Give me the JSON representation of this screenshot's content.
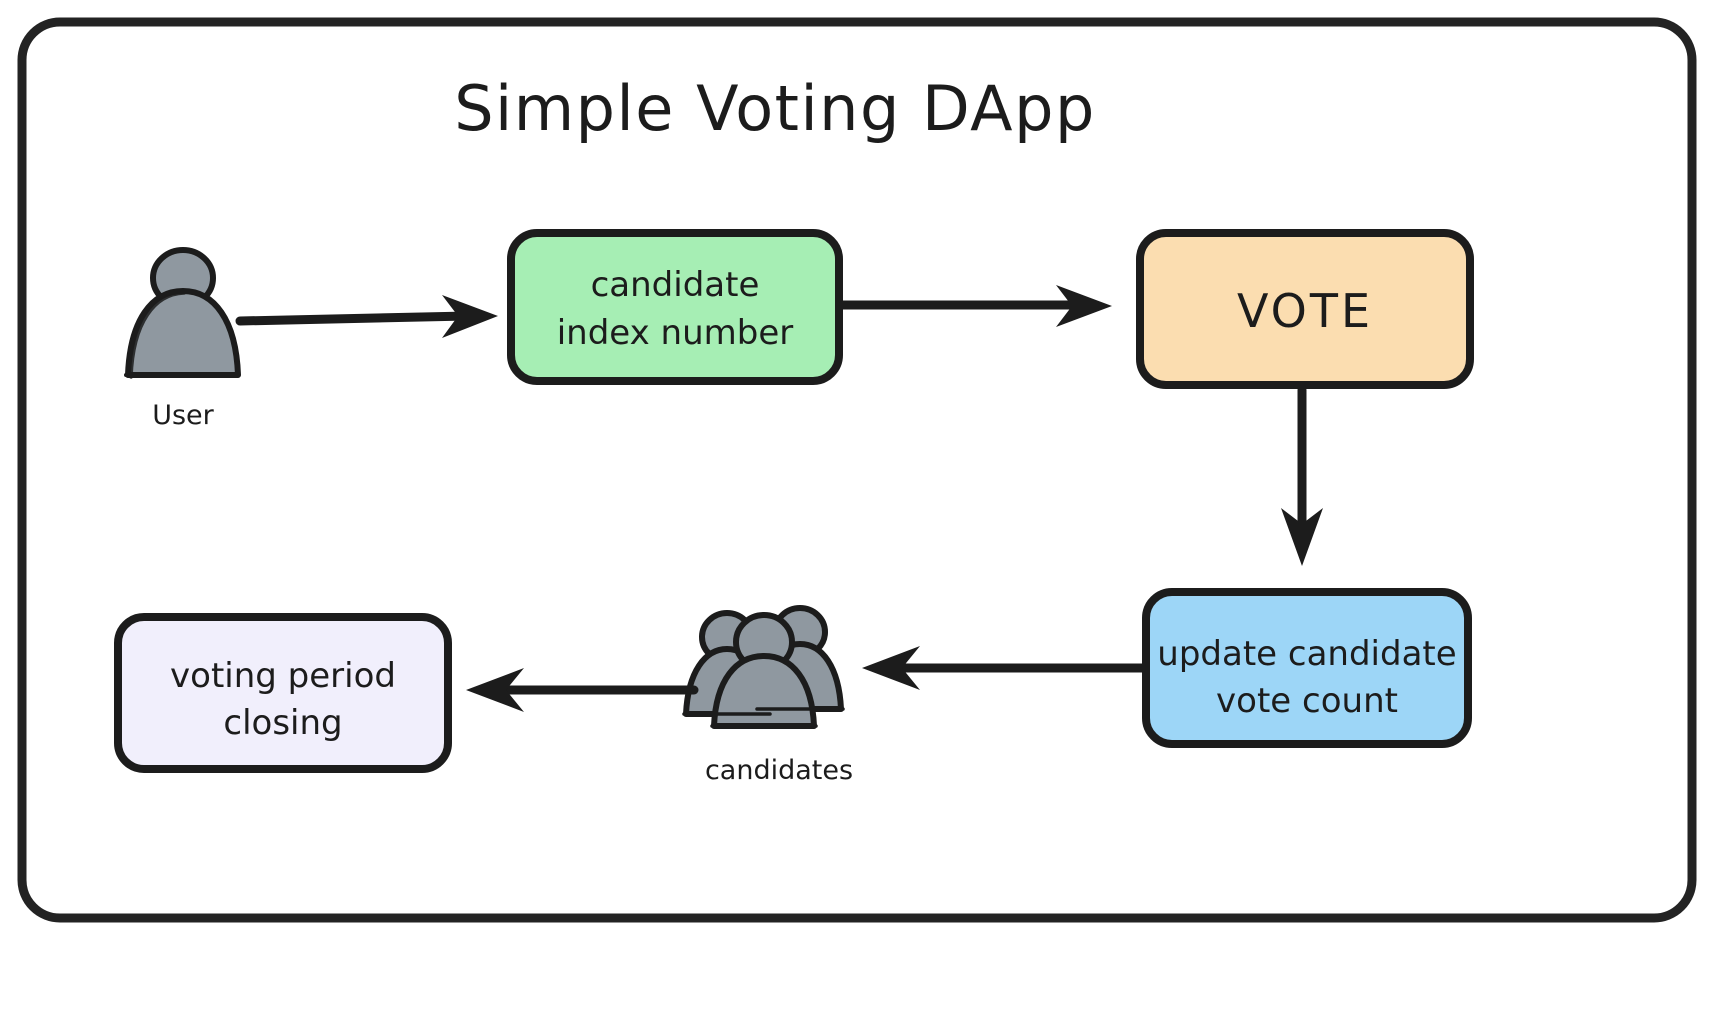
{
  "diagram": {
    "title": "Simple Voting DApp",
    "frame": {
      "border_color": "#232323",
      "background": "#ffffff"
    },
    "nodes": [
      {
        "id": "user-actor",
        "kind": "actor",
        "label": "User",
        "icon": "person-icon",
        "fill": "#8f98a0",
        "stroke": "#1c1c1c"
      },
      {
        "id": "candidate-index-node",
        "kind": "box",
        "lines": [
          "candidate",
          "index number"
        ],
        "fill": "#a6eeb4",
        "stroke": "#1c1c1c"
      },
      {
        "id": "vote-node",
        "kind": "box",
        "lines": [
          "VOTE"
        ],
        "fill": "#fbddb0",
        "stroke": "#1c1c1c"
      },
      {
        "id": "update-count-node",
        "kind": "box",
        "lines": [
          "update candidate",
          "vote count"
        ],
        "fill": "#9dd6f7",
        "stroke": "#1c1c1c"
      },
      {
        "id": "candidates-actor",
        "kind": "actor-group",
        "label": "candidates",
        "icon": "people-group-icon",
        "fill": "#8f98a0",
        "stroke": "#1c1c1c"
      },
      {
        "id": "voting-period-node",
        "kind": "box",
        "lines": [
          "voting period",
          "closing"
        ],
        "fill": "#f1effc",
        "stroke": "#1c1c1c"
      }
    ],
    "edges": [
      {
        "id": "edge-user-to-candidate-index",
        "from": "user-actor",
        "to": "candidate-index-node",
        "direction": "right",
        "label": ""
      },
      {
        "id": "edge-candidate-index-to-vote",
        "from": "candidate-index-node",
        "to": "vote-node",
        "direction": "right",
        "label": ""
      },
      {
        "id": "edge-vote-to-update-count",
        "from": "vote-node",
        "to": "update-count-node",
        "direction": "down",
        "label": ""
      },
      {
        "id": "edge-update-count-to-candidates",
        "from": "update-count-node",
        "to": "candidates-actor",
        "direction": "left",
        "label": ""
      },
      {
        "id": "edge-candidates-to-voting-period",
        "from": "candidates-actor",
        "to": "voting-period-node",
        "direction": "left",
        "label": ""
      }
    ],
    "colors": {
      "ink": "#1c1c1c",
      "green": "#a6eeb4",
      "orange": "#fbddb0",
      "blue": "#9dd6f7",
      "lavender": "#f1effc",
      "gray_person": "#8f98a0",
      "canvas": "#ffffff"
    }
  }
}
